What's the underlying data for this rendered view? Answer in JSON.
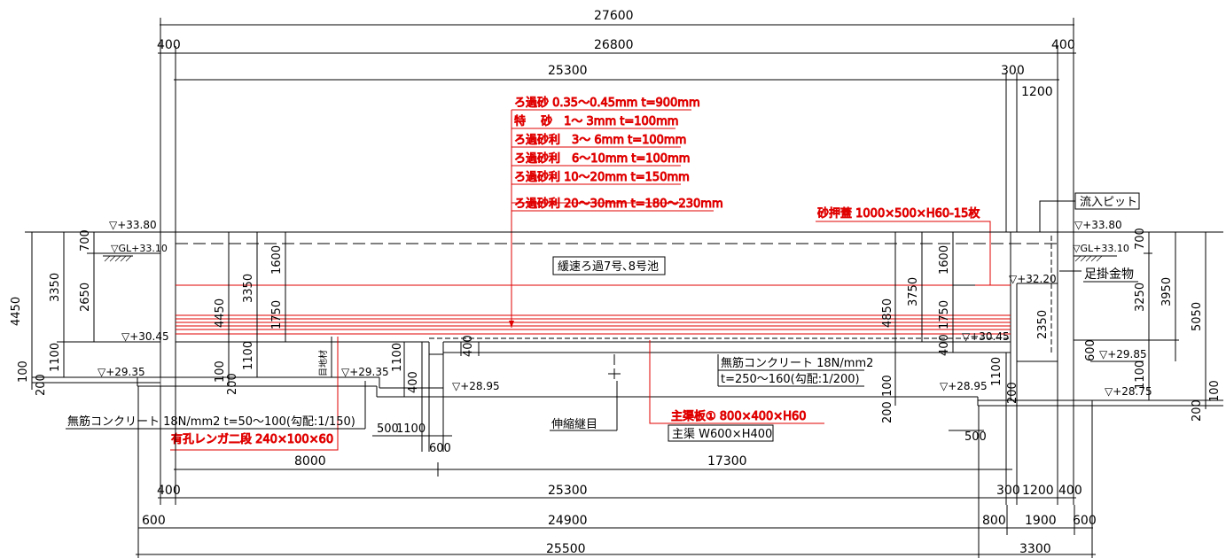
{
  "dims": {
    "top_total": "27600",
    "top_wall_left": "400",
    "top_inner": "26800",
    "top_wall_right": "400",
    "top_basin": "25300",
    "top_300": "300",
    "top_1200": "1200",
    "bot_8000": "8000",
    "bot_17300": "17300",
    "bot_400_left": "400",
    "bot_25300": "25300",
    "bot_300": "300",
    "bot_1200": "1200",
    "bot_400_right": "400",
    "bot_600_left": "600",
    "bot_24900": "24900",
    "bot_800": "800",
    "bot_1900": "1900",
    "bot_600_right": "600",
    "bot_25500": "25500",
    "bot_3300": "3300",
    "left_4450": "4450",
    "left_3350": "3350",
    "left_700": "700",
    "left_2650": "2650",
    "left_1100": "1100",
    "left_100": "100",
    "left_200": "200",
    "in_4450": "4450",
    "in_3350": "3350",
    "in_1600": "1600",
    "in_1750": "1750",
    "in_1100": "1100",
    "in_100": "100",
    "in_200": "200",
    "mid_1100": "1100",
    "mid_400a": "400",
    "mid_400b": "400",
    "mid_500": "500",
    "mid_1100b": "1100",
    "mid_600": "600",
    "right_4850": "4850",
    "right_3750": "3750",
    "right_1600": "1600",
    "right_1750": "1750",
    "right_400": "400",
    "right_2350": "2350",
    "right_200": "200",
    "right_100": "100",
    "right_1100": "1100",
    "right_500": "500",
    "pit_600": "600",
    "far_700": "700",
    "far_3250": "3250",
    "far_3950": "3950",
    "far_5050": "5050",
    "far_1100": "1100",
    "far_200": "200",
    "far_100": "100"
  },
  "levels": {
    "l_3380_left": "▽+33.80",
    "gl_left": "▽GL+33.10",
    "l_3045_left": "▽+30.45",
    "l_2935_left": "▽+29.35",
    "l_2935_mid": "▽+29.35",
    "l_2895_mid": "▽+28.95",
    "l_3045_right": "▽+30.45",
    "l_2895_right": "▽+28.95",
    "l_3220": "▽+32.20",
    "l_3380_right": "▽+33.80",
    "gl_right": "▽GL+33.10",
    "l_2985": "▽+29.85",
    "l_2875": "▽+28.75"
  },
  "filter_layers": [
    "ろ過砂 0.35～0.45mm t=900mm",
    "特　 砂　1～ 3mm t=100mm",
    "ろ過砂利　3～ 6mm t=100mm",
    "ろ過砂利　6～10mm t=100mm",
    "ろ過砂利 10～20mm t=150mm",
    "ろ過砂利 20～30mm t=180～230mm"
  ],
  "labels": {
    "sand_cover": "砂押蓋 1000×500×H60-15枚",
    "inlet_pit": "流入ピット",
    "basin_name": "緩速ろ過7号､8号池",
    "step_hardware": "足掛金物",
    "plain_concrete_right_1": "無筋コンクリート 18N/mm2",
    "plain_concrete_right_2": "t=250～160(勾配:1/200)",
    "expansion_joint": "伸縮継目",
    "main_channel_plate": "主渠板① 800×400×H60",
    "main_channel": "主渠 W600×H400",
    "plain_concrete_left": "無筋コンクリート 18N/mm2 t=50～100(勾配:1/150)",
    "perforated_brick": "有孔レンガ二段 240×100×60",
    "joint_material": "目地材"
  }
}
